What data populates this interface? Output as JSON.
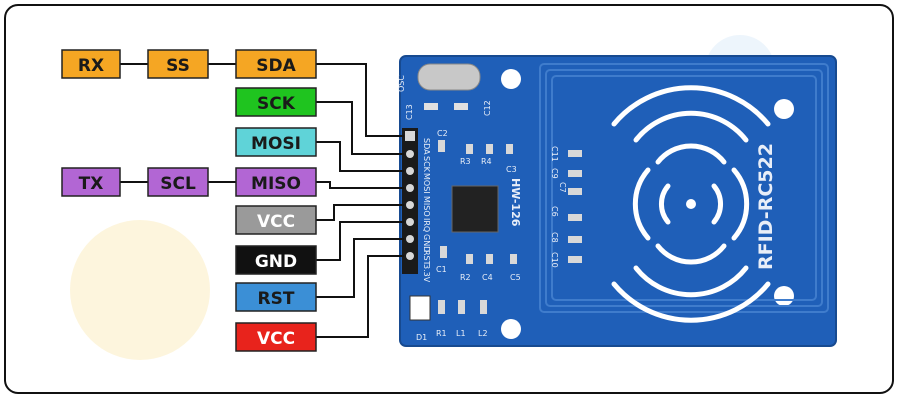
{
  "labels": {
    "rx": "RX",
    "ss": "SS",
    "sda": "SDA",
    "sck": "SCK",
    "mosi": "MOSI",
    "tx": "TX",
    "scl": "SCL",
    "miso": "MISO",
    "vcc1": "VCC",
    "gnd": "GND",
    "rst": "RST",
    "vcc2": "VCC"
  },
  "board": {
    "model": "RFID-RC522",
    "code": "HW-126",
    "pin_header": [
      "SDA",
      "SCK",
      "MOSI",
      "MISO",
      "IRQ",
      "GND",
      "RST",
      "3.3V"
    ],
    "components": {
      "osc": "OSC",
      "c13": "C13",
      "c12": "C12",
      "c2": "C2",
      "r3": "R3",
      "r4": "R4",
      "c3": "C3",
      "c1": "C1",
      "r2": "R2",
      "c4": "C4",
      "c5": "C5",
      "r1": "R1",
      "l1": "L1",
      "l2": "L2",
      "d1": "D1",
      "c11": "C11",
      "c9": "C9",
      "c7": "C7",
      "c6": "C6",
      "c8": "C8",
      "c10": "C10"
    }
  },
  "colors": {
    "orange": "#f5a623",
    "green": "#1fc41f",
    "cyan": "#5fd3d8",
    "purple": "#b266d4",
    "gray": "#9a9a9a",
    "black": "#111111",
    "blue": "#3b8fd6",
    "red": "#e8231c",
    "board": "#1f5fb8"
  }
}
